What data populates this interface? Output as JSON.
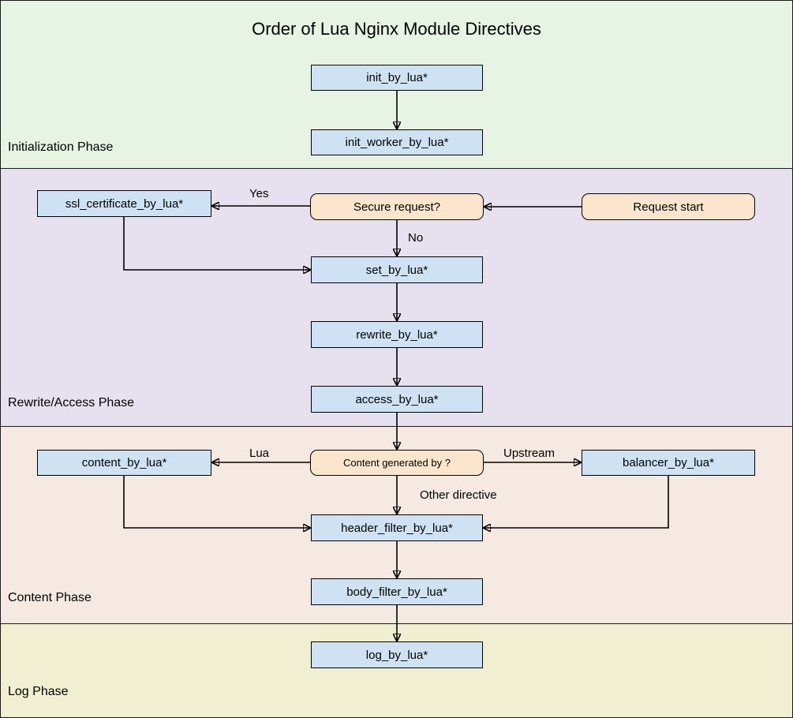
{
  "title": "Order of Lua Nginx Module Directives",
  "phases": [
    {
      "label": "Initialization Phase"
    },
    {
      "label": "Rewrite/Access Phase"
    },
    {
      "label": "Content Phase"
    },
    {
      "label": "Log Phase"
    }
  ],
  "nodes": {
    "init_by_lua": {
      "label": "init_by_lua*",
      "type": "process"
    },
    "init_worker_by_lua": {
      "label": "init_worker_by_lua*",
      "type": "process"
    },
    "ssl_certificate_by_lua": {
      "label": "ssl_certificate_by_lua*",
      "type": "process"
    },
    "secure_request": {
      "label": "Secure request?",
      "type": "decision"
    },
    "request_start": {
      "label": "Request start",
      "type": "decision"
    },
    "set_by_lua": {
      "label": "set_by_lua*",
      "type": "process"
    },
    "rewrite_by_lua": {
      "label": "rewrite_by_lua*",
      "type": "process"
    },
    "access_by_lua": {
      "label": "access_by_lua*",
      "type": "process"
    },
    "content_by_lua": {
      "label": "content_by_lua*",
      "type": "process"
    },
    "content_generated_by": {
      "label": "Content generated by ?",
      "type": "decision"
    },
    "balancer_by_lua": {
      "label": "balancer_by_lua*",
      "type": "process"
    },
    "header_filter_by_lua": {
      "label": "header_filter_by_lua*",
      "type": "process"
    },
    "body_filter_by_lua": {
      "label": "body_filter_by_lua*",
      "type": "process"
    },
    "log_by_lua": {
      "label": "log_by_lua*",
      "type": "process"
    }
  },
  "edge_labels": {
    "yes": "Yes",
    "no": "No",
    "lua": "Lua",
    "upstream": "Upstream",
    "other_directive": "Other directive"
  },
  "colors": {
    "phase_init_bg": "#e7f4e4",
    "phase_rewrite_bg": "#e7e0ee",
    "phase_content_bg": "#f6e9e2",
    "phase_log_bg": "#f0efd2",
    "process_box_bg": "#cfe2f3",
    "decision_box_bg": "#fce5cd",
    "arrow_color": "#000000",
    "border_color": "#1a1a1a"
  }
}
